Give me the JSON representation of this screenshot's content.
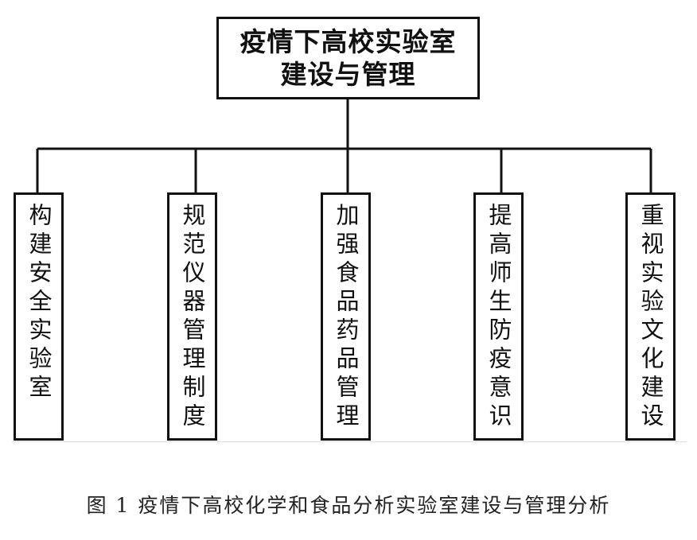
{
  "root": {
    "lines": [
      "疫情下高校实验室",
      "建设与管理"
    ]
  },
  "children": [
    {
      "label": "构建安全实验室"
    },
    {
      "label": "规范仪器管理制度"
    },
    {
      "label": "加强食品药品管理"
    },
    {
      "label": "提高师生防疫意识"
    },
    {
      "label": "重视实验文化建设"
    }
  ],
  "caption": "图 1  疫情下高校化学和食品分析实验室建设与管理分析"
}
